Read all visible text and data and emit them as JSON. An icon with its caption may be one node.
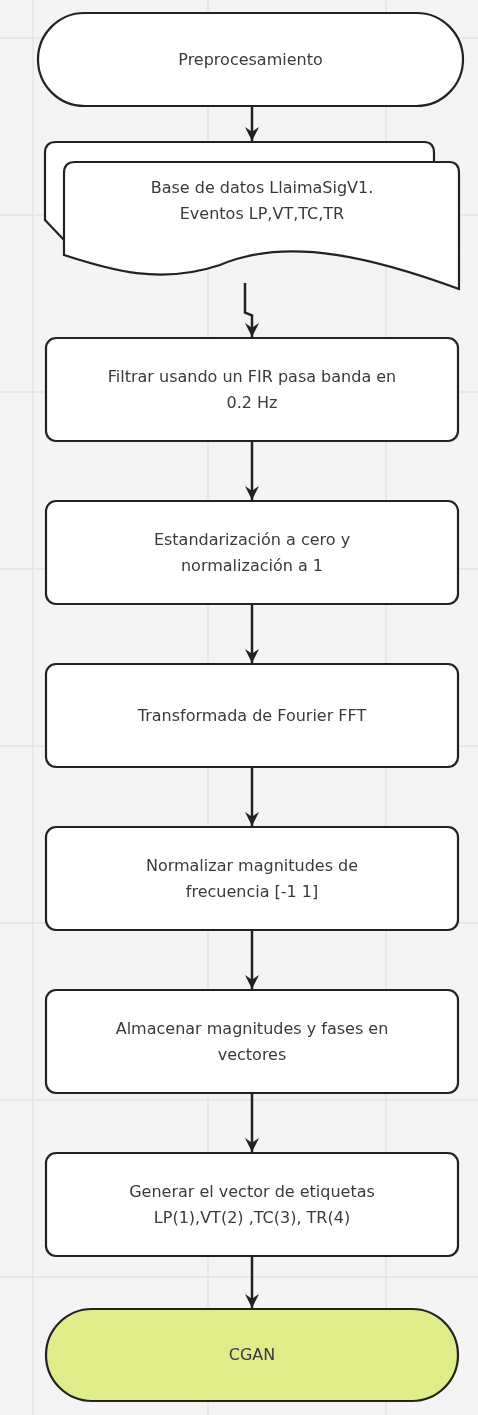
{
  "diagram": {
    "nodes": [
      {
        "text": [
          "Preprocesamiento"
        ]
      },
      {
        "text": [
          "Base de datos LlaimaSigV1. Eventos LP,VT,TC,TR"
        ]
      },
      {
        "text": [
          "Filtrar usando un FIR pasa banda en 0.2 Hz"
        ]
      },
      {
        "text": [
          "Estandarización a cero y normalización a 1"
        ]
      },
      {
        "text": [
          "Transformada de Fourier FFT"
        ]
      },
      {
        "text": [
          "Normalizar magnitudes de frecuencia [-1 1]"
        ]
      },
      {
        "text": [
          "Almacenar magnitudes y fases en vectores"
        ]
      },
      {
        "text": [
          "Generar el vector de etiquetas LP(1),VT(2) ,TC(3), TR(4)"
        ]
      },
      {
        "text": [
          "CGAN"
        ]
      }
    ],
    "edges": [
      {
        "from": 0,
        "to": 1,
        "arrow": "to"
      },
      {
        "from": 1,
        "to": 2,
        "arrow": "to"
      },
      {
        "from": 2,
        "to": 3,
        "arrow": "to"
      },
      {
        "from": 3,
        "to": 4,
        "arrow": "to"
      },
      {
        "from": 4,
        "to": 5,
        "arrow": "to"
      },
      {
        "from": 5,
        "to": 6,
        "arrow": "to"
      },
      {
        "from": 6,
        "to": 7,
        "arrow": "to"
      },
      {
        "from": 7,
        "to": 8,
        "arrow": "to"
      }
    ]
  }
}
